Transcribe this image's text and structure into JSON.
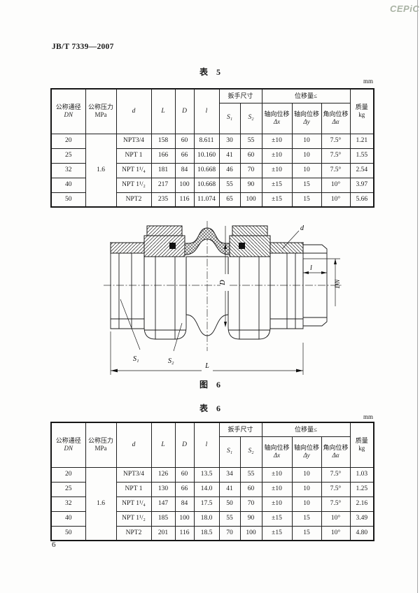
{
  "page": {
    "standard_number": "JB/T 7339—2007",
    "page_number": "6",
    "watermark": "CEPiC"
  },
  "table_header": {
    "dn_cn": "公称通径",
    "dn": "DN",
    "p_cn": "公称压力",
    "p_unit": "MPa",
    "d": "d",
    "L": "L",
    "D": "D",
    "l": "l",
    "wrench": "扳手尺寸",
    "s1": "S₁",
    "s2": "S₂",
    "disp": "位移量≤",
    "ax_cn": "轴向位移",
    "ax": "Δx",
    "ay_cn": "轴向位移",
    "ay": "Δy",
    "aa_cn": "角向位移",
    "aa": "Δα",
    "mass_cn": "质量",
    "mass_unit": "kg"
  },
  "table5": {
    "caption": "表　5",
    "unit": "mm",
    "pressure_value": "1.6",
    "rows": [
      [
        "20",
        "NPT3/4",
        "158",
        "60",
        "8.611",
        "30",
        "55",
        "±10",
        "10",
        "7.5°",
        "1.21"
      ],
      [
        "25",
        "NPT 1",
        "166",
        "66",
        "10.160",
        "41",
        "60",
        "±10",
        "10",
        "7.5°",
        "1.55"
      ],
      [
        "32",
        "NPT 1¹/₄",
        "181",
        "84",
        "10.668",
        "46",
        "70",
        "±10",
        "10",
        "7.5°",
        "2.54"
      ],
      [
        "40",
        "NPT 1¹/₂",
        "217",
        "100",
        "10.668",
        "55",
        "90",
        "±15",
        "15",
        "10°",
        "3.97"
      ],
      [
        "50",
        "NPT2",
        "235",
        "116",
        "11.074",
        "65",
        "100",
        "±15",
        "15",
        "10°",
        "5.66"
      ]
    ]
  },
  "figure": {
    "caption": "图　6",
    "labels": {
      "d": "d",
      "l": "l",
      "DN": "DN",
      "D": "D",
      "S1": "S₁",
      "S2": "S₂",
      "L": "L"
    }
  },
  "table6": {
    "caption": "表　6",
    "unit": "mm",
    "pressure_value": "1.6",
    "rows": [
      [
        "20",
        "NPT3/4",
        "126",
        "60",
        "13.5",
        "34",
        "55",
        "±10",
        "10",
        "7.5°",
        "1.03"
      ],
      [
        "25",
        "NPT 1",
        "130",
        "66",
        "14.0",
        "41",
        "60",
        "±10",
        "10",
        "7.5°",
        "1.25"
      ],
      [
        "32",
        "NPT 1¹/₄",
        "147",
        "84",
        "17.5",
        "50",
        "70",
        "±10",
        "10",
        "7.5°",
        "2.16"
      ],
      [
        "40",
        "NPT 1¹/₂",
        "185",
        "100",
        "18.0",
        "55",
        "90",
        "±15",
        "15",
        "10°",
        "3.49"
      ],
      [
        "50",
        "NPT2",
        "201",
        "116",
        "18.5",
        "70",
        "100",
        "±15",
        "15",
        "10°",
        "4.80"
      ]
    ]
  }
}
